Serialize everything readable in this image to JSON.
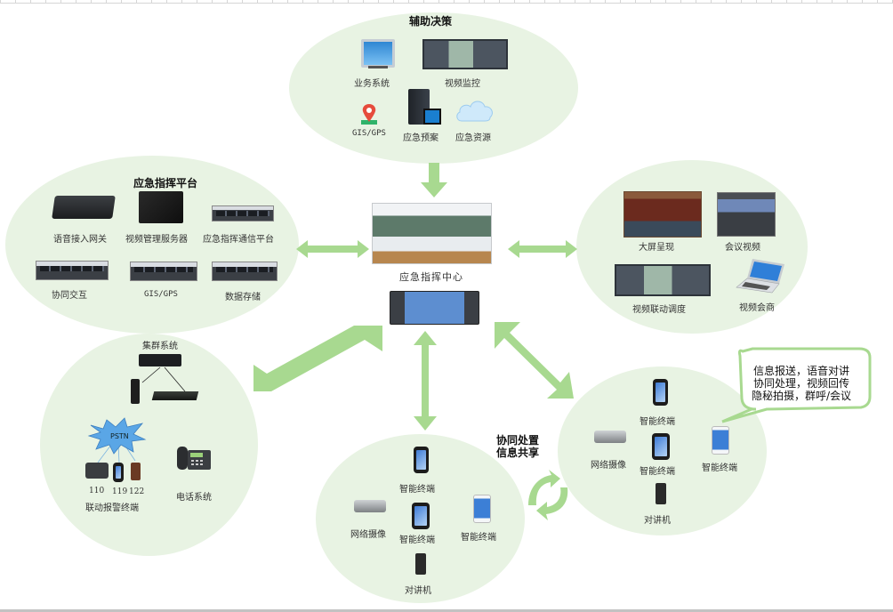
{
  "diagram": {
    "type": "emergency-command-system-architecture",
    "center": {
      "label": "应急指挥中心",
      "console_icon": "dispatch-console-icon",
      "room_icon": "command-center-room-icon"
    },
    "aux_decision": {
      "title": "辅助决策",
      "items": [
        {
          "label": "业务系统",
          "icon": "monitor-icon"
        },
        {
          "label": "视频监控",
          "icon": "video-wall-icon"
        },
        {
          "label": "GIS/GPS",
          "icon": "map-pin-icon"
        },
        {
          "label": "应急预案",
          "icon": "server-icon"
        },
        {
          "label": "应急资源",
          "icon": "cloud-icon"
        }
      ]
    },
    "command_platform": {
      "title": "应急指挥平台",
      "items": [
        {
          "label": "语音接入网关",
          "icon": "gateway-icon"
        },
        {
          "label": "视频管理服务器",
          "icon": "server-box-icon"
        },
        {
          "label": "应急指挥通信平台",
          "icon": "rack-server-icon"
        },
        {
          "label": "协同交互",
          "icon": "rack-server-icon"
        },
        {
          "label": "GIS/GPS",
          "icon": "rack-server-icon"
        },
        {
          "label": "数据存储",
          "icon": "rack-server-icon"
        }
      ]
    },
    "display": {
      "items": [
        {
          "label": "大屏呈现",
          "icon": "big-screen-icon"
        },
        {
          "label": "会议视频",
          "icon": "conference-video-icon"
        },
        {
          "label": "视频联动调度",
          "icon": "video-wall-icon"
        },
        {
          "label": "视频会商",
          "icon": "laptop-icon"
        }
      ]
    },
    "comms": {
      "trunk": {
        "label": "集群系统",
        "icon": "trunk-router-icon"
      },
      "pstn": {
        "label": "PSTN",
        "icon": "pstn-cloud-icon"
      },
      "alarm_numbers": [
        "110",
        "119",
        "122"
      ],
      "alarm_label": "联动报警终端",
      "phone_system": {
        "label": "电话系统",
        "icon": "desk-phone-icon"
      }
    },
    "field_left": {
      "items": [
        {
          "label": "智能终端",
          "icon": "smartphone-icon"
        },
        {
          "label": "网络摄像",
          "icon": "ip-camera-icon"
        },
        {
          "label": "智能终端",
          "icon": "tablet-icon"
        },
        {
          "label": "智能终端",
          "icon": "android-phone-icon"
        },
        {
          "label": "对讲机",
          "icon": "walkie-talkie-icon"
        }
      ]
    },
    "field_right": {
      "items": [
        {
          "label": "智能终端",
          "icon": "smartphone-icon"
        },
        {
          "label": "网络摄像",
          "icon": "ip-camera-icon"
        },
        {
          "label": "智能终端",
          "icon": "tablet-icon"
        },
        {
          "label": "智能终端",
          "icon": "android-phone-icon"
        },
        {
          "label": "对讲机",
          "icon": "walkie-talkie-icon"
        }
      ]
    },
    "collab": {
      "line1": "协同处置",
      "line2": "信息共享"
    },
    "bubble": {
      "line1": "信息报送，语音对讲",
      "line2": "协同处理，视频回传",
      "line3": "隐秘拍摄，群呼/会议"
    },
    "colors": {
      "ellipse_fill": "#e8f3e3",
      "arrow_fill": "#a8d990",
      "bubble_stroke": "#a8d990"
    }
  }
}
